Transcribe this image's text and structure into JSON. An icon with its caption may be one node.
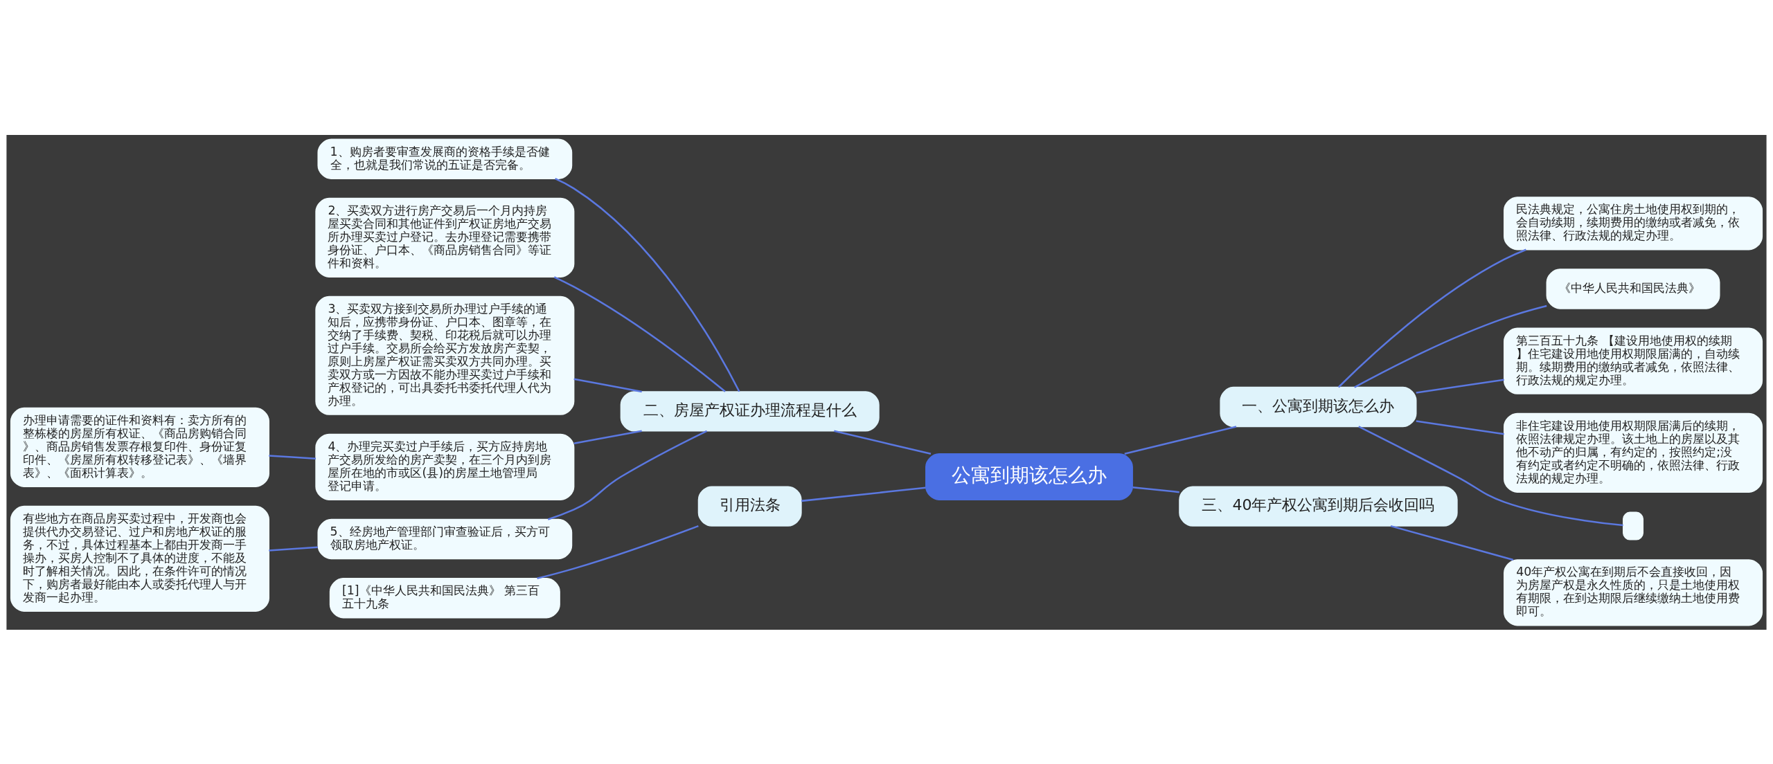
{
  "diagram": {
    "nodes": [
      {
        "text": [
          "公寓到期该怎么办"
        ]
      },
      {
        "text": [
          "二、房屋产权证办理流程是什么"
        ]
      },
      {
        "text": [
          "1、购房者要审查发展商的资格手续是否健全，也就是我们常说的五证是否完备。"
        ]
      },
      {
        "text": [
          "2、买卖双方进行房产交易后一个月内持房屋买卖合同和其他证件到产权证房地产交易所办理买卖过户登记。去办理登记需要携带身份证、户口本、《商品房销售合同》等证件和资料。"
        ]
      },
      {
        "text": [
          "3、买卖双方接到交易所办理过户手续的通知后，应携带身份证、户口本、图章等，在交纳了手续费、契税、印花税后就可以办理过户手续。交易所会给买方发放房产卖契，原则上房屋产权证需买卖双方共同办理。买卖双方或一方因故不能办理买卖过户手续和产权登记的，可出具委托书委托代理人代为办理。"
        ]
      },
      {
        "text": [
          "4、办理完买卖过户手续后，买方应持房地产交易所发给的房产卖契，在三个月内到房屋所在地的市或区(县)的房屋土地管理局登记申请。"
        ]
      },
      {
        "text": [
          "办理申请需要的证件和资料有：卖方所有的整栋楼的房屋所有权证、《商品房购销合同》、商品房销售发票存根复印件、身份证复印件、《房屋所有权转移登记表》、《墙界表》、《面积计算表》。"
        ]
      },
      {
        "text": [
          "5、经房地产管理部门审查验证后，买方可领取房地产权证。"
        ]
      },
      {
        "text": [
          "有些地方在商品房买卖过程中，开发商也会提供代办交易登记、过户和房地产权证的服务，不过，具体过程基本上都由开发商一手操办，买房人控制不了具体的进度，不能及时了解相关情况。因此，在条件许可的情况下，购房者最好能由本人或委托代理人与开发商一起办理。"
        ]
      },
      {
        "text": [
          "引用法条"
        ]
      },
      {
        "text": [
          "[1]《中华人民共和国民法典》 第三百五十九条"
        ]
      },
      {
        "text": [
          "一、公寓到期该怎么办"
        ]
      },
      {
        "text": [
          "民法典规定，公寓住房土地使用权到期的，会自动续期，续期费用的缴纳或者减免，依照法律、行政法规的规定办理。"
        ]
      },
      {
        "text": [
          "《中华人民共和国民法典》"
        ]
      },
      {
        "text": [
          "第三百五十九条 【建设用地使用权的续期】住宅建设用地使用权期限届满的，自动续期。续期费用的缴纳或者减免，依照法律、行政法规的规定办理。"
        ]
      },
      {
        "text": [
          "非住宅建设用地使用权期限届满后的续期，依照法律规定办理。该土地上的房屋以及其他不动产的归属，有约定的，按照约定;没有约定或者约定不明确的，依照法律、行政法规的规定办理。"
        ]
      },
      {
        "text": [],
        "shape": "box"
      },
      {
        "text": [
          "三、40年产权公寓到期后会收回吗"
        ]
      },
      {
        "text": [
          "40年产权公寓在到期后不会直接收回，因为房屋产权是永久性质的，只是土地使用权有期限，在到达期限后继续缴纳土地使用费即可。"
        ]
      }
    ],
    "edges": [
      {
        "from": 0,
        "to": 1,
        "arrow": "none"
      },
      {
        "from": 1,
        "to": 2,
        "arrow": "none"
      },
      {
        "from": 1,
        "to": 3,
        "arrow": "none"
      },
      {
        "from": 1,
        "to": 4,
        "arrow": "none"
      },
      {
        "from": 1,
        "to": 5,
        "arrow": "none"
      },
      {
        "from": 5,
        "to": 6,
        "arrow": "none"
      },
      {
        "from": 1,
        "to": 7,
        "arrow": "none"
      },
      {
        "from": 7,
        "to": 8,
        "arrow": "none"
      },
      {
        "from": 0,
        "to": 9,
        "arrow": "none"
      },
      {
        "from": 9,
        "to": 10,
        "arrow": "none"
      },
      {
        "from": 0,
        "to": 11,
        "arrow": "none"
      },
      {
        "from": 11,
        "to": 12,
        "arrow": "none"
      },
      {
        "from": 11,
        "to": 13,
        "arrow": "none"
      },
      {
        "from": 11,
        "to": 14,
        "arrow": "none"
      },
      {
        "from": 11,
        "to": 15,
        "arrow": "none"
      },
      {
        "from": 11,
        "to": 16,
        "arrow": "none"
      },
      {
        "from": 0,
        "to": 17,
        "arrow": "none"
      },
      {
        "from": 17,
        "to": 18,
        "arrow": "none"
      }
    ]
  }
}
